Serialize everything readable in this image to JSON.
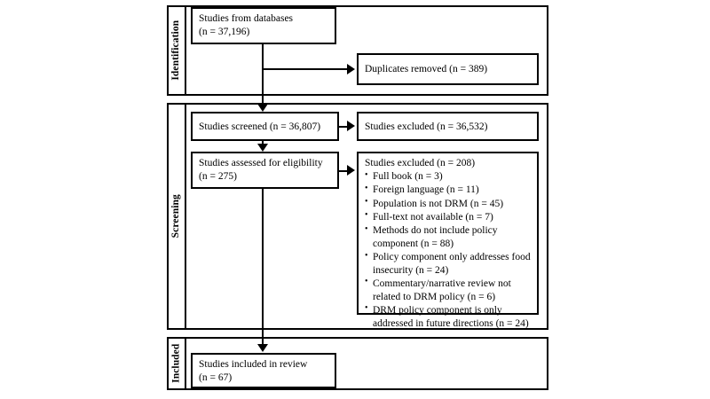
{
  "diagram": {
    "type": "prisma-flow-diagram",
    "stages": [
      {
        "id": "identification",
        "label": "Identification"
      },
      {
        "id": "screening",
        "label": "Screening"
      },
      {
        "id": "included",
        "label": "Included"
      }
    ],
    "boxes": {
      "databases": {
        "line1": "Studies from databases",
        "line2": "(n = 37,196)"
      },
      "duplicates": {
        "line1": "Duplicates removed  (n = 389)"
      },
      "screened": {
        "line1": "Studies screened  (n = 36,807)"
      },
      "screened_excluded": {
        "line1": "Studies excluded  (n = 36,532)"
      },
      "eligibility": {
        "line1": "Studies assessed for eligibility",
        "line2": "(n = 275)"
      },
      "eligibility_excluded": {
        "heading": "Studies excluded (n = 208)",
        "reasons": [
          "Full book (n = 3)",
          "Foreign language (n = 11)",
          "Population is not DRM (n = 45)",
          "Full-text not available (n = 7)",
          "Methods do not include policy component (n = 88)",
          "Policy component only addresses food insecurity (n = 24)",
          "Commentary/narrative review not related to DRM policy (n = 6)",
          "DRM policy component is only addressed in future directions (n = 24)"
        ]
      },
      "included": {
        "line1": "Studies included in review",
        "line2": "(n = 67)"
      }
    },
    "counts": {
      "records_identified": 37196,
      "duplicates_removed": 389,
      "records_screened": 36807,
      "records_excluded": 36532,
      "full_text_assessed": 275,
      "full_text_excluded": 208,
      "studies_included": 67
    },
    "colors": {
      "stroke": "#000000",
      "background": "#ffffff"
    }
  }
}
